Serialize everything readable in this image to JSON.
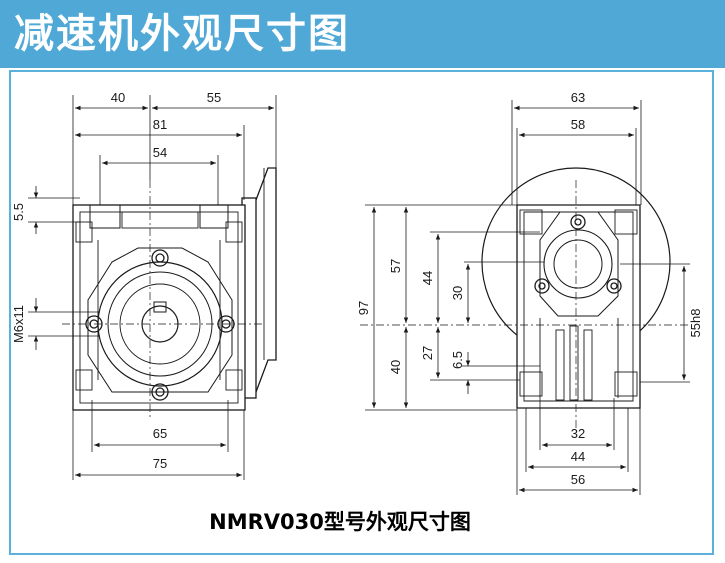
{
  "header": {
    "title": "减速机外观尺寸图"
  },
  "caption": "NMRV030型号外观尺寸图",
  "colors": {
    "header_bg": "#4fa8d6",
    "frame": "#5bb0dc",
    "line": "#1a1a1a"
  },
  "front_view": {
    "dims": {
      "top_left": "40",
      "top_right": "55",
      "overall_width": "81",
      "inner_width": "54",
      "side_top": "5.5",
      "side_thread": "M6x11",
      "bottom_inner": "65",
      "bottom_outer": "75"
    }
  },
  "side_view": {
    "dims": {
      "top_outer": "63",
      "top_inner": "58",
      "height_total": "97",
      "upper": "57",
      "upper_inner": "44",
      "mid": "30",
      "lower": "40",
      "lower_inner": "27",
      "small": "6.5",
      "shaft": "55h8",
      "bottom_inner": "32",
      "bottom_mid": "44",
      "bottom_outer": "56"
    }
  }
}
